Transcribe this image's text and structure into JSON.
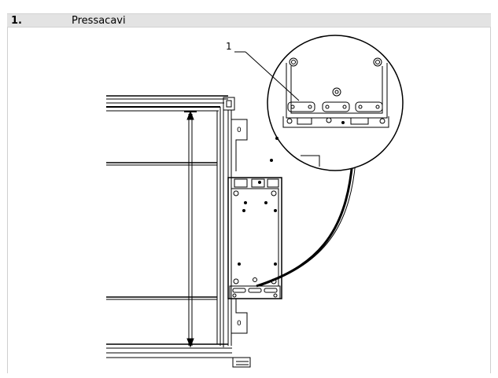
{
  "header": {
    "step_number": "1.",
    "title": "Pressacavi"
  },
  "figure": {
    "callout_label": "1",
    "side_marks": [
      "0",
      "0"
    ]
  }
}
